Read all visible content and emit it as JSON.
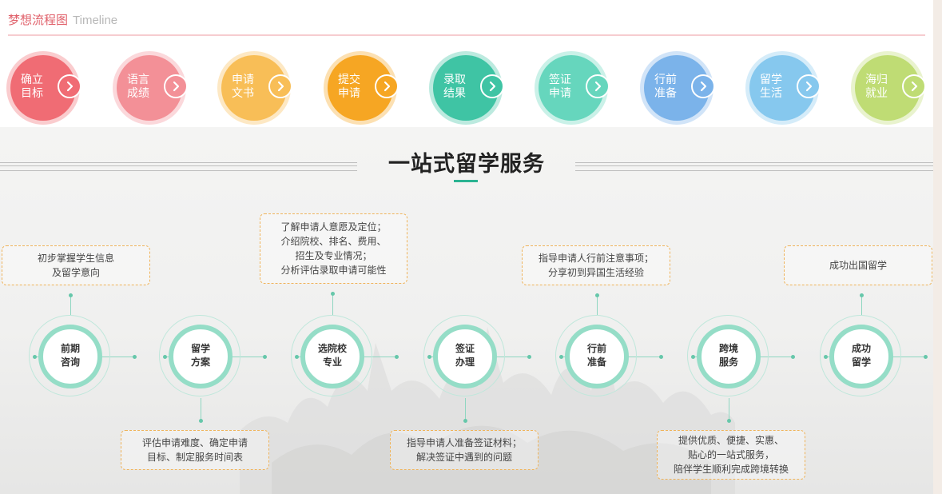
{
  "header": {
    "title_cn": "梦想流程图",
    "title_en": "Timeline"
  },
  "timeline": [
    {
      "label": "确立目标",
      "l1": "确立",
      "l2": "目标",
      "color": "#f06c74",
      "arrow": "chevron-right-icon"
    },
    {
      "label": "语言成绩",
      "l1": "语言",
      "l2": "成绩",
      "color": "#f39097",
      "arrow": "chevron-right-icon"
    },
    {
      "label": "申请文书",
      "l1": "申请",
      "l2": "文书",
      "color": "#f8be57",
      "arrow": "chevron-right-icon"
    },
    {
      "label": "提交申请",
      "l1": "提交",
      "l2": "申请",
      "color": "#f6a623",
      "arrow": "chevron-right-icon"
    },
    {
      "label": "录取结果",
      "l1": "录取",
      "l2": "结果",
      "color": "#3fc4a4",
      "arrow": "chevron-right-icon"
    },
    {
      "label": "签证申请",
      "l1": "签证",
      "l2": "申请",
      "color": "#66d6bd",
      "arrow": "chevron-right-icon"
    },
    {
      "label": "行前准备",
      "l1": "行前",
      "l2": "准备",
      "color": "#7bb3ea",
      "arrow": "chevron-right-icon"
    },
    {
      "label": "留学生活",
      "l1": "留学",
      "l2": "生活",
      "color": "#86c8ee",
      "arrow": "chevron-right-icon"
    },
    {
      "label": "海归就业",
      "l1": "海归",
      "l2": "就业",
      "color": "#bfdc74",
      "arrow": "chevron-right-icon"
    }
  ],
  "services": {
    "title": "一站式留学服务",
    "accent": "#2bb392",
    "nodes": [
      {
        "l1": "前期",
        "l2": "咨询"
      },
      {
        "l1": "留学",
        "l2": "方案"
      },
      {
        "l1": "选院校",
        "l2": "专业"
      },
      {
        "l1": "签证",
        "l2": "办理"
      },
      {
        "l1": "行前",
        "l2": "准备"
      },
      {
        "l1": "跨境",
        "l2": "服务"
      },
      {
        "l1": "成功",
        "l2": "留学"
      }
    ],
    "descriptions": [
      {
        "lines": [
          "初步掌握学生信息",
          "及留学意向"
        ]
      },
      {
        "lines": [
          "评估申请难度、确定申请",
          "目标、制定服务时间表"
        ]
      },
      {
        "lines": [
          "了解申请人意愿及定位；",
          "介绍院校、排名、费用、",
          "招生及专业情况；",
          "分析评估录取申请可能性"
        ]
      },
      {
        "lines": [
          "指导申请人准备签证材料；",
          "解决签证中遇到的问题"
        ]
      },
      {
        "lines": [
          "指导申请人行前注意事项；",
          "分享初到异国生活经验"
        ]
      },
      {
        "lines": [
          "提供优质、便捷、实惠、",
          "贴心的一站式服务，",
          "陪伴学生顺利完成跨境转换"
        ]
      },
      {
        "lines": [
          "成功出国留学"
        ]
      }
    ]
  }
}
